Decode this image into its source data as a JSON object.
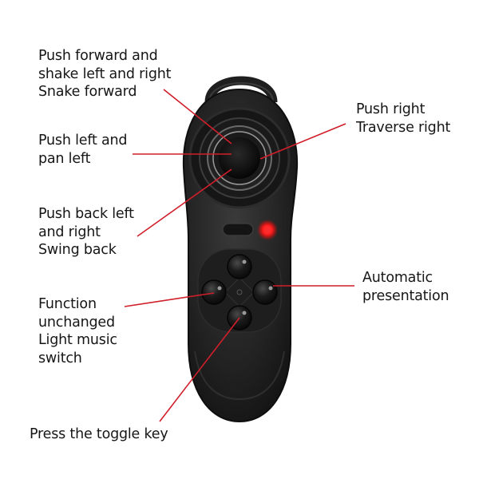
{
  "diagram": {
    "subject": "Bluetooth VR remote controller",
    "accent_color": "#d01f2a",
    "device_color": "#1c1c1c",
    "led_color": "#ff2020",
    "callouts": [
      {
        "id": "joystick-forward",
        "text": "Push forward and\nshake left and right\nSnake forward"
      },
      {
        "id": "joystick-right",
        "text": "Push right\nTraverse right"
      },
      {
        "id": "joystick-left",
        "text": "Push left and\npan left"
      },
      {
        "id": "joystick-back",
        "text": "Push back left\nand right\nSwing back"
      },
      {
        "id": "right-button",
        "text": "Automatic\npresentation"
      },
      {
        "id": "left-button",
        "text": "Function\nunchanged\nLight music\nswitch"
      },
      {
        "id": "bottom-button",
        "text": "Press the toggle key"
      }
    ]
  }
}
